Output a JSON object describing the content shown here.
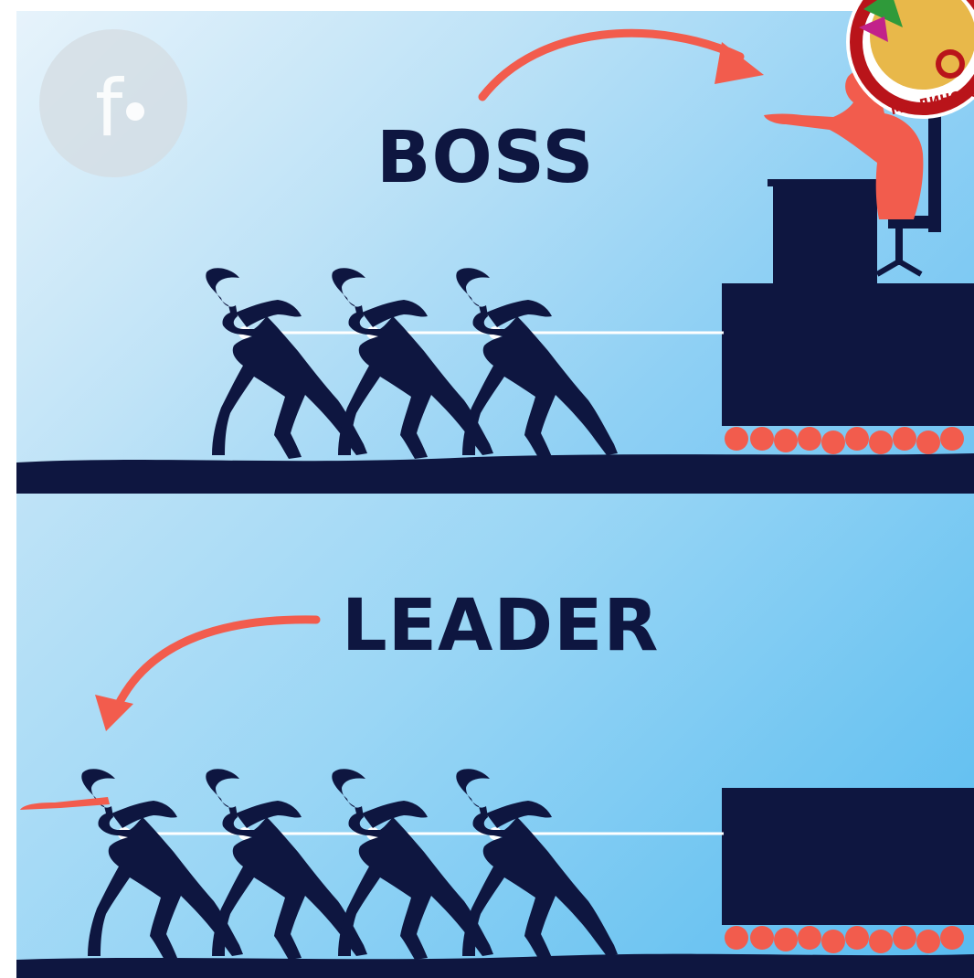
{
  "colors": {
    "navy": "#0e1640",
    "accent": "#f25c4d",
    "rope": "#ffffff",
    "sky_light": "#e7f3fb",
    "sky_blue": "#58bbf0"
  },
  "top": {
    "title": "BOSS"
  },
  "bottom": {
    "title": "LEADER"
  },
  "watermark": {
    "icon": "brand-f-logo"
  },
  "badge": {
    "text": "МО ДИНСКОЙ"
  }
}
